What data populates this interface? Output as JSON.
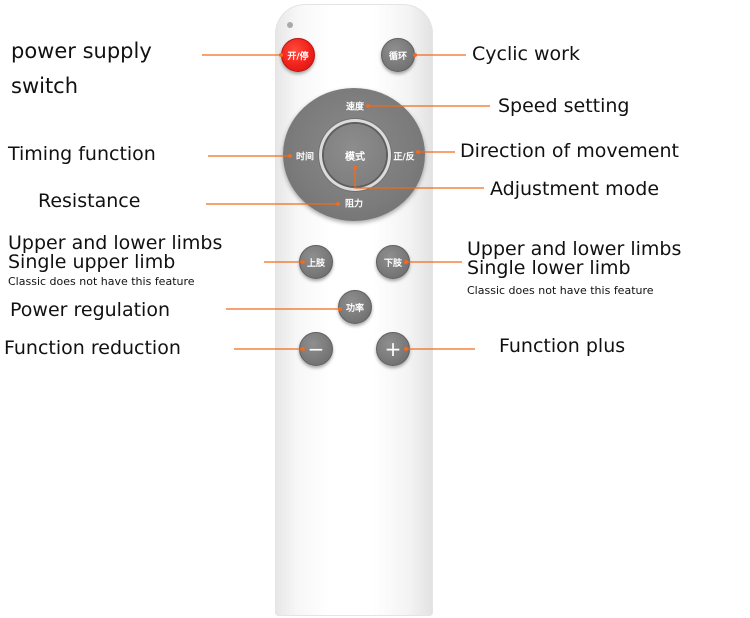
{
  "remote_buttons": {
    "power": "开/停",
    "cycle": "循环",
    "speed": "速度",
    "mode": "模式",
    "time": "时间",
    "direction": "正/反",
    "resistance": "阻力",
    "upper": "上肢",
    "lower": "下肢",
    "power_level": "功率",
    "minus": "−",
    "plus": "+"
  },
  "callouts": {
    "power_supply_line1": "power supply",
    "power_supply_line2": "switch",
    "cyclic_work": "Cyclic work",
    "speed_setting": "Speed setting",
    "timing_function": "Timing function",
    "direction_of_movement": "Direction of movement",
    "adjustment_mode": "Adjustment mode",
    "resistance": "Resistance",
    "upper_line1": "Upper and lower limbs",
    "upper_line2": "Single upper limb",
    "upper_note": "Classic does not have this feature",
    "lower_line1": "Upper and lower limbs",
    "lower_line2": "Single lower limb",
    "lower_note": "Classic does not have this feature",
    "power_regulation": "Power regulation",
    "function_reduction": "Function reduction",
    "function_plus": "Function plus"
  },
  "colors": {
    "leader_line": "#f26a1b",
    "power_button": "#f0211a",
    "button_gray": "#7a7a7a"
  }
}
